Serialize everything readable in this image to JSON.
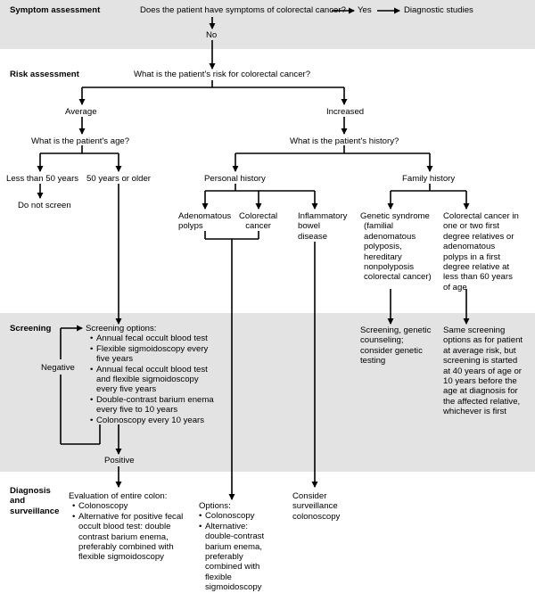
{
  "sections": {
    "symptom": "Symptom assessment",
    "risk": "Risk assessment",
    "screening": "Screening",
    "diagnosis": [
      "Diagnosis",
      "and",
      "surveillance"
    ]
  },
  "nodes": {
    "symptom_question": "Does the patient have symptoms of colorectal cancer?",
    "yes": "Yes",
    "diagnostic_studies": "Diagnostic studies",
    "no": "No",
    "risk_question": "What is the patient's risk for colorectal cancer?",
    "average": "Average",
    "increased": "Increased",
    "age_question": "What is the patient's age?",
    "history_question": "What is the patient's history?",
    "under_50": "Less than 50 years",
    "over_50": "50 years or older",
    "do_not_screen": "Do not screen",
    "personal_history": "Personal history",
    "family_history": "Family history",
    "adenomatous_polyps": [
      "Adenomatous",
      "polyps"
    ],
    "colorectal_cancer": [
      "Colorectal",
      "cancer"
    ],
    "ibd": [
      "Inflammatory",
      "bowel",
      "disease"
    ],
    "genetic_syndrome": [
      "Genetic syndrome",
      "(familial",
      "adenomatous",
      "polyposis,",
      "hereditary",
      "nonpolyposis",
      "colorectal cancer)"
    ],
    "family_crc": [
      "Colorectal cancer in",
      "one or two first",
      "degree relatives or",
      "adenomatous",
      "polyps in a first",
      "degree relative at",
      "less than 60 years",
      "of age"
    ],
    "screening_options_title": "Screening options:",
    "screening_options": [
      [
        "Annual fecal occult blood test"
      ],
      [
        "Flexible sigmoidoscopy every",
        "five years"
      ],
      [
        "Annual fecal occult blood test",
        "and flexible sigmoidoscopy",
        "every five years"
      ],
      [
        "Double-contrast barium enema",
        "every five to 10 years"
      ],
      [
        "Colonoscopy every 10 years"
      ]
    ],
    "negative": "Negative",
    "positive": "Positive",
    "genetic_screening": [
      "Screening, genetic",
      "counseling;",
      "consider genetic",
      "testing"
    ],
    "same_screening": [
      "Same screening",
      "options as for patient",
      "at average risk, but",
      "screening is started",
      "at 40 years of age or",
      "10 years before the",
      "age at diagnosis for",
      "the affected relative,",
      "whichever is first"
    ],
    "evaluation_title": "Evaluation of entire colon:",
    "evaluation_items": [
      [
        "Colonoscopy"
      ],
      [
        "Alternative for positive fecal",
        "occult blood test: double",
        "contrast barium enema,",
        "preferably combined with",
        "flexible sigmoidoscopy"
      ]
    ],
    "options_title": "Options:",
    "options_items": [
      [
        "Colonoscopy"
      ],
      [
        "Alternative:",
        "double-contrast",
        "barium enema,",
        "preferably",
        "combined with",
        "flexible",
        "sigmoidoscopy"
      ]
    ],
    "surveillance": [
      "Consider",
      "surveillance",
      "colonoscopy"
    ]
  }
}
